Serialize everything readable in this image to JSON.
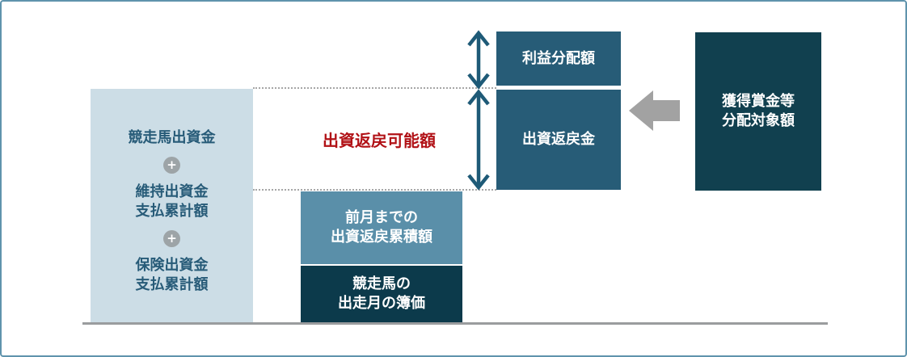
{
  "colors": {
    "border": "#5f93ac",
    "box-light": "#ccdde6",
    "box-teal": "#275c77",
    "box-medium": "#5a8fa9",
    "box-dark": "#11404f",
    "box-darkest": "#0c3a4b",
    "text-teal": "#275b78",
    "accent-red": "#b11116",
    "arrow-teal": "#1e5a77",
    "gray": "#a2a2a2",
    "baseline": "#9a9c9e",
    "plus-gray": "#9da4a7",
    "dotted": "#a6a6a6"
  },
  "left_panel": {
    "item1": "競走馬出資金",
    "plus_icon": "+",
    "item2": [
      "維持出資金",
      "支払累計額"
    ],
    "item3": [
      "保険出資金",
      "支払累計額"
    ]
  },
  "center": {
    "available_label": "出資返戻可能額",
    "profit_box": "利益分配額",
    "refund_box": "出資返戻金",
    "prev_box": [
      "前月までの",
      "出資返戻累積額"
    ],
    "book_box": [
      "競走馬の",
      "出走月の簿価"
    ]
  },
  "right_panel": {
    "prize_box": [
      "獲得賞金等",
      "分配対象額"
    ]
  }
}
